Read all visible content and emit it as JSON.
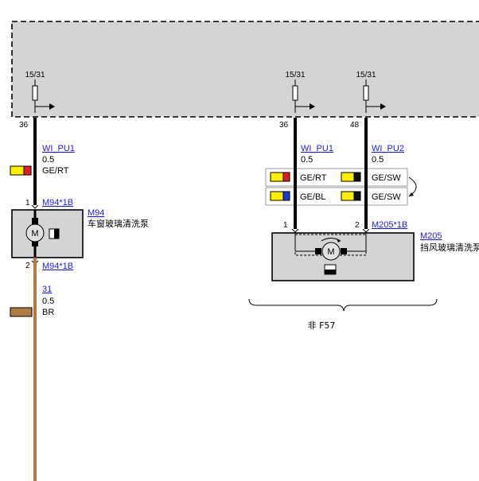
{
  "module": {
    "pins": [
      {
        "fuse": "15/31",
        "pin": "36"
      },
      {
        "fuse": "15/31",
        "pin": "36"
      },
      {
        "fuse": "15/31",
        "pin": "48"
      }
    ]
  },
  "left": {
    "wire_top": {
      "name": "WI_PU1",
      "size": "0.5",
      "color_code": "GE/RT",
      "colors": [
        "#ffee00",
        "#e02020"
      ]
    },
    "pin_top": "1",
    "conn_top": "M94*1B",
    "component_id": "M94",
    "component_label": "车窗玻璃清洗泵",
    "pin_bottom": "2",
    "conn_bottom": "M94*1B",
    "wire_bottom": {
      "name": "31",
      "size": "0.5",
      "color_code": "BR",
      "colors": [
        "#b07a40"
      ]
    }
  },
  "right": {
    "wire_a": {
      "name": "WI_PU1",
      "size": "0.5"
    },
    "wire_b": {
      "name": "WI_PU2",
      "size": "0.5"
    },
    "variants": [
      {
        "a_code": "GE/RT",
        "a_colors": [
          "#ffee00",
          "#e02020"
        ],
        "b_code": "GE/SW",
        "b_colors": [
          "#ffee00",
          "#111111"
        ]
      },
      {
        "a_code": "GE/BL",
        "a_colors": [
          "#ffee00",
          "#1a3ae0"
        ],
        "b_code": "GE/SW",
        "b_colors": [
          "#ffee00",
          "#111111"
        ]
      }
    ],
    "pin_a": "1",
    "pin_b": "2",
    "conn": "M205*1B",
    "component_id": "M205",
    "component_label": "挡风玻璃清洗泵",
    "variant_note": "非 F57"
  }
}
